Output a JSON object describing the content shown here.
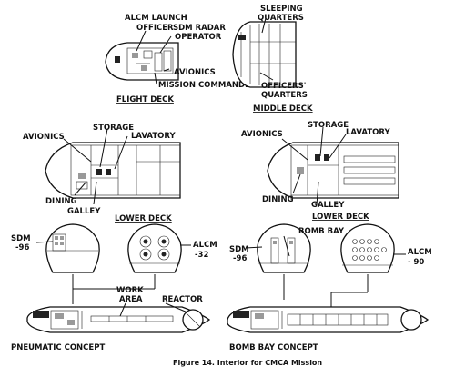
{
  "flight_deck": {
    "title": "FLIGHT DECK",
    "alcm_launch_1": "ALCM LAUNCH",
    "alcm_launch_2": "OFFICER",
    "sdm_radar_1": "SDM RADAR",
    "sdm_radar_2": "OPERATOR",
    "avionics": "AVIONICS",
    "mission_commander": "MISSION COMMANDER"
  },
  "middle_deck": {
    "title": "MIDDLE DECK",
    "sleeping_1": "SLEEPING",
    "sleeping_2": "QUARTERS",
    "officers_1": "OFFICERS'",
    "officers_2": "QUARTERS"
  },
  "lower_deck_left": {
    "title": "LOWER DECK",
    "avionics": "AVIONICS",
    "storage": "STORAGE",
    "lavatory": "LAVATORY",
    "dining": "DINING",
    "galley": "GALLEY"
  },
  "lower_deck_right": {
    "title": "LOWER DECK",
    "avionics": "AVIONICS",
    "storage": "STORAGE",
    "lavatory": "LAVATORY",
    "dining": "DINING",
    "galley": "GALLEY"
  },
  "pneumatic": {
    "title": "PNEUMATIC CONCEPT",
    "sdm": "SDM",
    "sdm_num": "-96",
    "alcm": "ALCM",
    "alcm_num": "-32",
    "work_1": "WORK",
    "work_2": "AREA",
    "reactor": "REACTOR"
  },
  "bomb_bay": {
    "title": "BOMB BAY CONCEPT",
    "bomb_bay_label": "BOMB BAY",
    "sdm": "SDM",
    "sdm_num": "-96",
    "alcm": "ALCM",
    "alcm_num": "- 90"
  },
  "caption": "Figure 14. Interior for CMCA Mission"
}
